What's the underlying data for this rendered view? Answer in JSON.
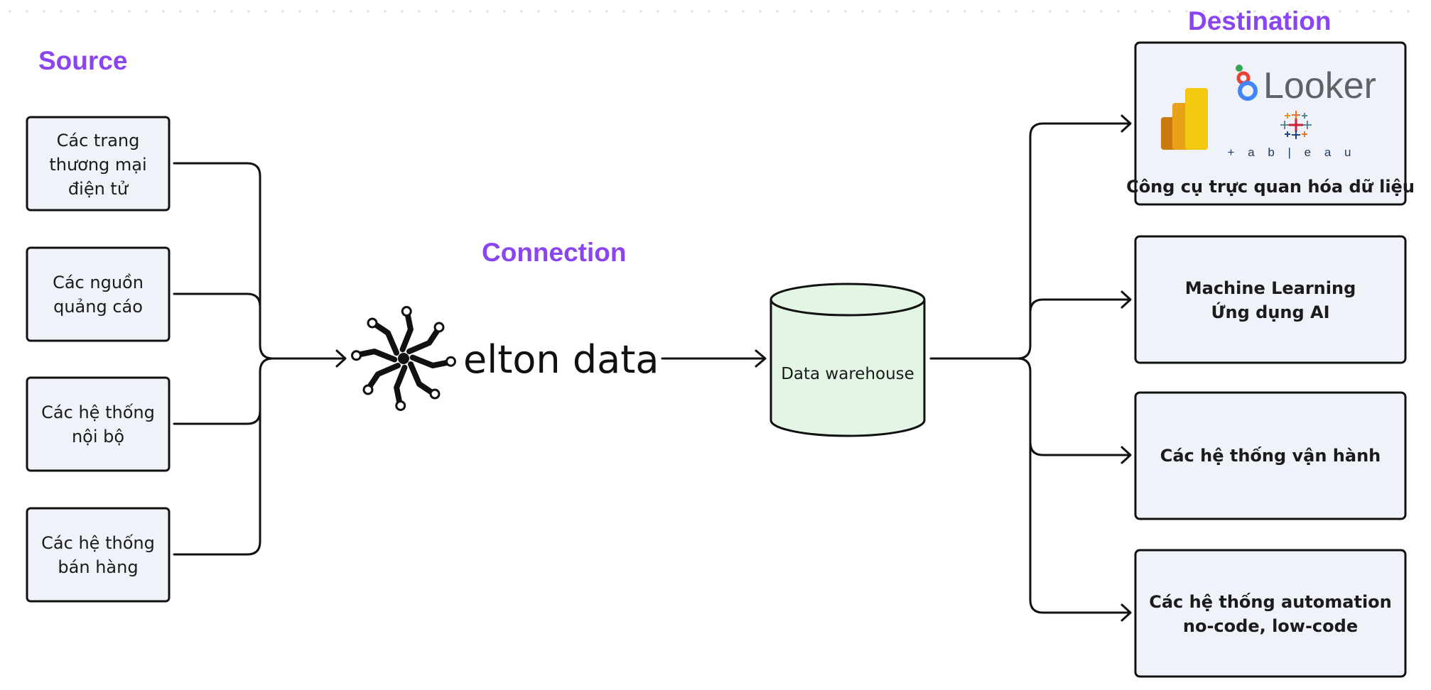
{
  "sections": {
    "source": "Source",
    "connection": "Connection",
    "destination": "Destination"
  },
  "sources": [
    {
      "lines": [
        "Các trang",
        "thương mại",
        "điện tử"
      ]
    },
    {
      "lines": [
        "Các nguồn",
        "quảng cáo"
      ]
    },
    {
      "lines": [
        "Các hệ thống",
        "nội bộ"
      ]
    },
    {
      "lines": [
        "Các hệ thống",
        "bán hàng"
      ]
    }
  ],
  "connector": {
    "brand": "elton data"
  },
  "warehouse": {
    "label": "Data warehouse"
  },
  "destinations": [
    {
      "lines": [
        "Công cụ trực quan hóa dữ liệu"
      ]
    },
    {
      "lines": [
        "Machine Learning",
        "Ứng dụng AI"
      ]
    },
    {
      "lines": [
        "Các hệ thống vận hành"
      ]
    },
    {
      "lines": [
        "Các hệ thống automation",
        "no-code, low-code"
      ]
    }
  ],
  "logos": {
    "looker": "Looker",
    "tableau": "+ a b | e a u",
    "powerbi_colors": [
      "#f2c811",
      "#e8a21a",
      "#c97a0b"
    ],
    "looker_colors": [
      "#4285f4",
      "#ea4335",
      "#fbbc04",
      "#34a853"
    ],
    "tableau_colors": [
      "#e8762d",
      "#c72037",
      "#5b879b",
      "#1f457e",
      "#59879b",
      "#eb912b"
    ]
  },
  "colors": {
    "accent": "#8a45f0",
    "node_fill": "#eff2f8",
    "warehouse_fill": "#e3f5e4",
    "stroke": "#111111"
  }
}
